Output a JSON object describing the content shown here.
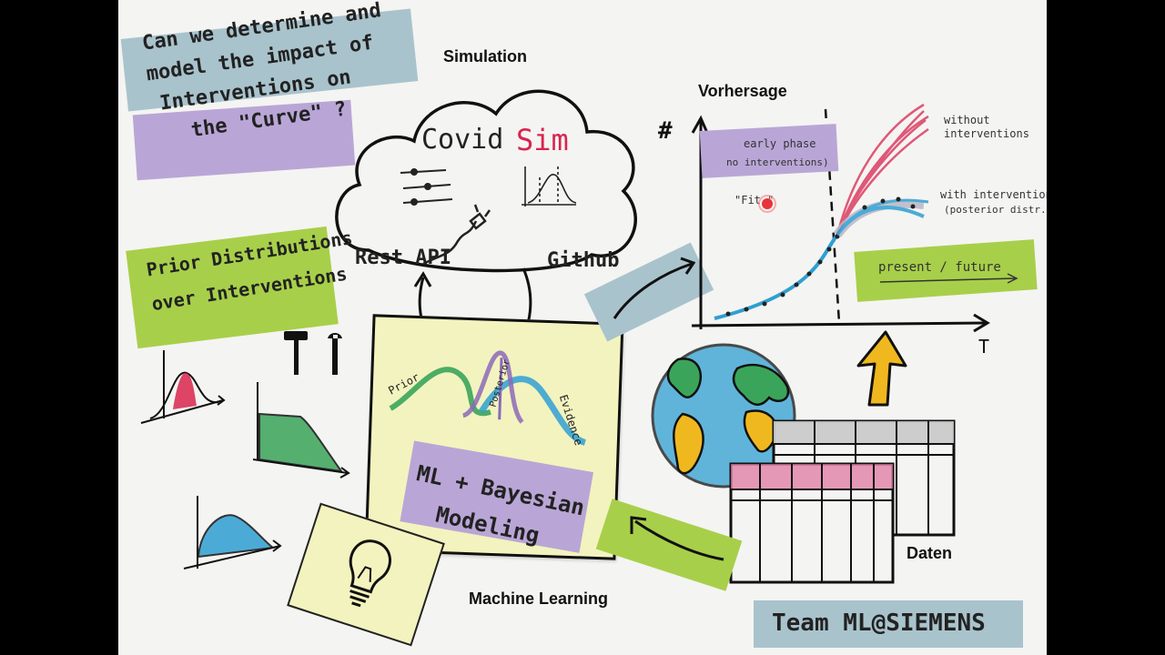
{
  "question": {
    "line1": "Can we determine and",
    "line2": "model the impact of",
    "line3": "Interventions on",
    "line4": "the \"Curve\" ?"
  },
  "labels": {
    "simulation": "Simulation",
    "vorhersage": "Vorhersage",
    "machine_learning": "Machine Learning",
    "daten": "Daten"
  },
  "cloud": {
    "covid": "Covid",
    "sim": "Sim",
    "rest_api": "Rest API",
    "github": "Github"
  },
  "prior_box": {
    "line1": "Prior Distributions",
    "line2": "over Interventions"
  },
  "ml_box": {
    "line1": "ML + Bayesian",
    "line2": "Modeling",
    "prior": "Prior",
    "posterior": "Posterior",
    "evidence": "Evidence"
  },
  "forecast": {
    "y_axis": "#",
    "x_axis": "T",
    "early_phase": "early phase",
    "no_interventions": "no interventions)",
    "fit": "\"Fit \"",
    "without_1": "without",
    "without_2": "interventions",
    "with_1": "with interventions",
    "with_2": "(posterior distr.)",
    "present_future": "present / future"
  },
  "team": "Team ML@SIEMENS",
  "colors": {
    "tape_blue": "#a9c3cc",
    "tape_purple": "#b9a6d6",
    "tape_green": "#a8cf4a",
    "sticky": "#f3f3bf",
    "crayon_red": "#d8254e",
    "crayon_blue": "#2f9fd2",
    "crayon_green": "#3aa55a",
    "crayon_yellow": "#f0b81f"
  }
}
